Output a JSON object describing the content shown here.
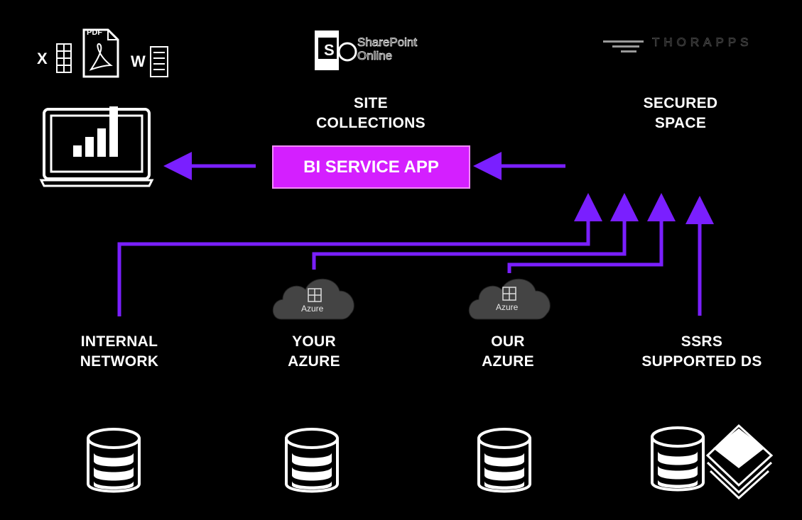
{
  "colors": {
    "accent": "#7a1fff",
    "bi_box": "#d41fff",
    "background": "#000000"
  },
  "top": {
    "sharepoint_logo": [
      "SharePoint",
      "Online"
    ],
    "thorapps_logo": "THORAPPS",
    "file_icons": {
      "excel_letter": "X",
      "pdf_label": "PDF",
      "word_letter": "W"
    }
  },
  "labels": {
    "site_collections": [
      "SITE",
      "COLLECTIONS"
    ],
    "secured_space": [
      "SECURED",
      "SPACE"
    ],
    "bi_service_app": "BI SERVICE APP",
    "internal_network": [
      "INTERNAL",
      "NETWORK"
    ],
    "your_azure": [
      "YOUR",
      "AZURE"
    ],
    "our_azure": [
      "OUR",
      "AZURE"
    ],
    "ssrs": [
      "SSRS",
      "SUPPORTED DS"
    ]
  },
  "clouds": {
    "your_azure": "Azure",
    "our_azure": "Azure"
  }
}
